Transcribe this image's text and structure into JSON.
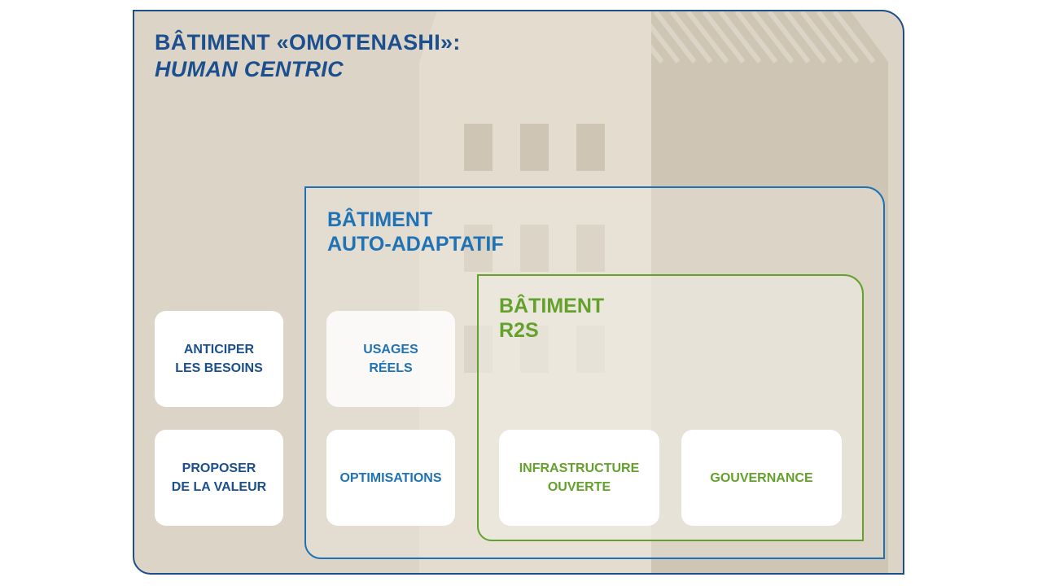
{
  "diagram": {
    "outer": {
      "title_line1": "BÂTIMENT «OMOTENASHI»:",
      "title_line2": "HUMAN CENTRIC",
      "color": "#1b4f8e"
    },
    "middle": {
      "title_line1": "BÂTIMENT",
      "title_line2": "AUTO-ADAPTATIF",
      "color": "#1f73b5"
    },
    "inner": {
      "title_line1": "BÂTIMENT",
      "title_line2": "R2S",
      "color": "#63a12c"
    },
    "cards": {
      "anticiper": "ANTICIPER\nLES BESOINS",
      "proposer": "PROPOSER\nDE LA VALEUR",
      "usages": "USAGES\nRÉELS",
      "optimisations": "OPTIMISATIONS",
      "infrastructure": "INFRASTRUCTURE\nOUVERTE",
      "gouvernance": "GOUVERNANCE"
    },
    "background_color": "#dcd4c6"
  }
}
